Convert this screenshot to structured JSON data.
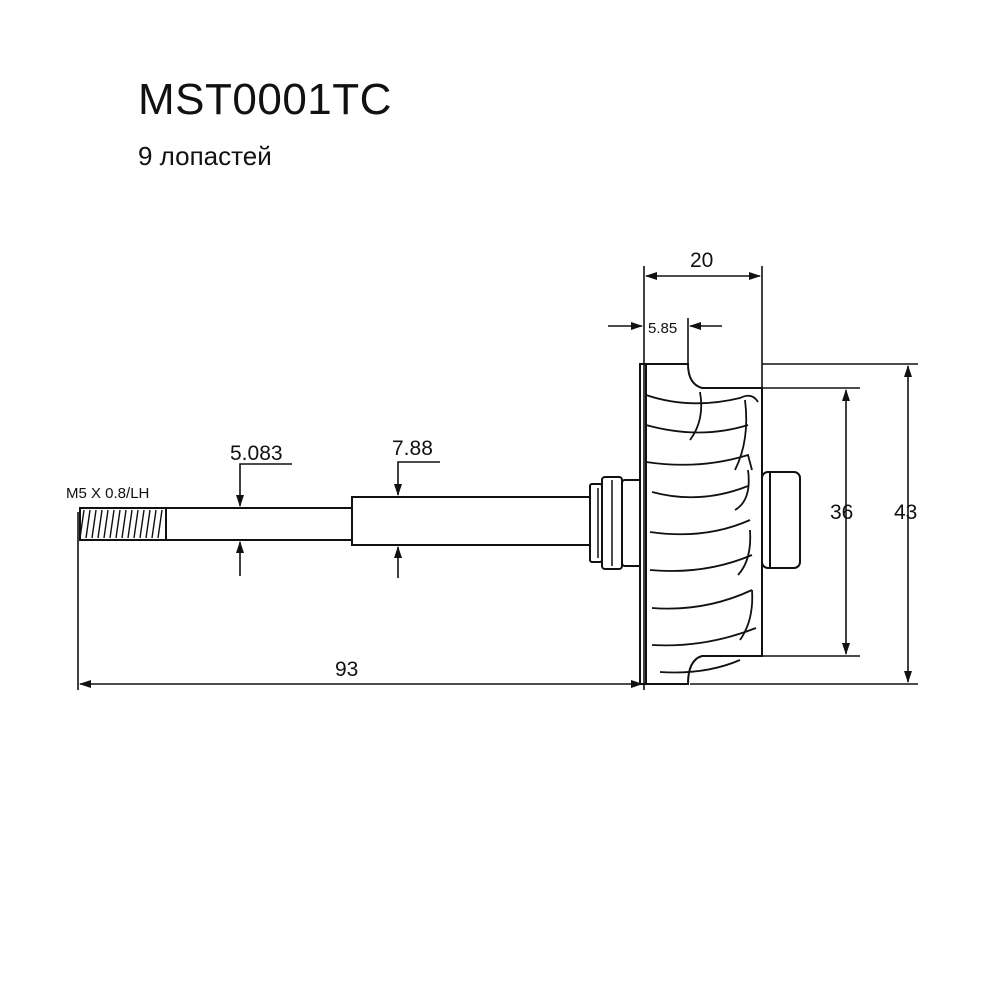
{
  "header": {
    "part_number": "MST0001TC",
    "blade_info": "9 лопастей"
  },
  "dimensions": {
    "thread_spec": "M5 X 0.8/LH",
    "thin_shaft_diameter": "5.083",
    "thick_shaft_diameter": "7.88",
    "total_length": "93",
    "wheel_width": "20",
    "hub_step": "5.85",
    "inner_diameter": "36",
    "outer_diameter": "43"
  },
  "colors": {
    "line": "#111111",
    "background": "#ffffff"
  }
}
